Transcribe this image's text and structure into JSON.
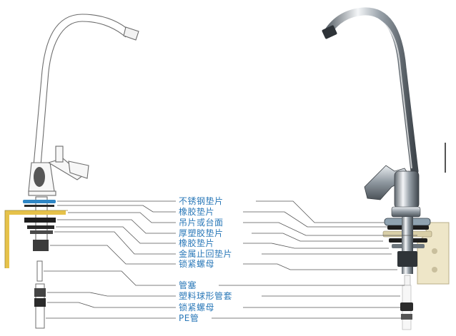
{
  "labels": [
    "不锈钢垫片",
    "橡胶垫片",
    "吊片或台面",
    "厚塑胶垫片",
    "橡胶垫片",
    "金属止回垫片",
    "锁紧螺母",
    "管塞",
    "塑料球形管套",
    "锁紧螺母",
    "PE管"
  ],
  "colors": {
    "label_text": "#2a78b8",
    "leader_line": "#555555",
    "countertop": "#e6c24a",
    "chrome": "#9aa3ab",
    "steel_washer": "#2f86c4",
    "rubber": "#1e1e1e",
    "plastic_bracket": "#eee6c8"
  }
}
